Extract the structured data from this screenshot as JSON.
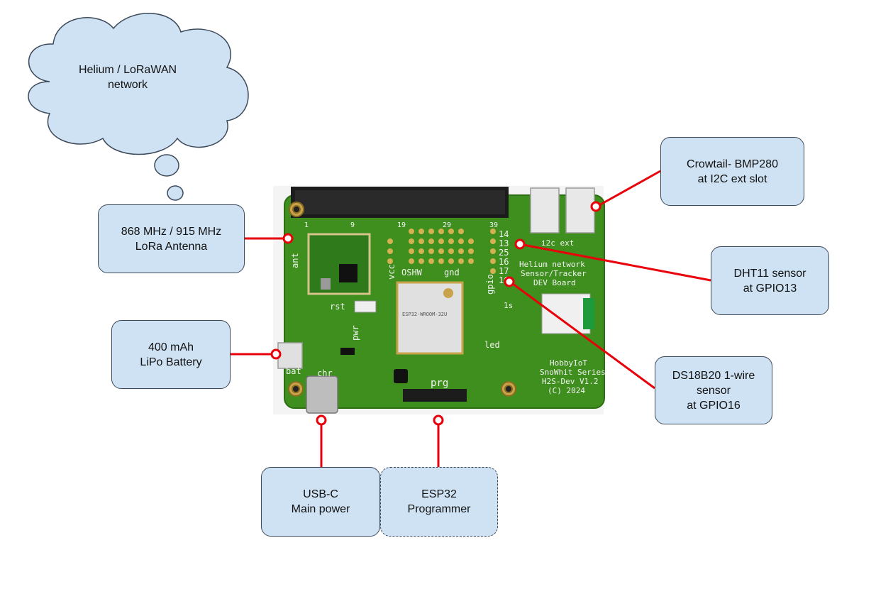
{
  "cloud": {
    "line1": "Helium / LoRaWAN",
    "line2": "network"
  },
  "callouts": {
    "antenna": {
      "line1": "868 MHz / 915 MHz",
      "line2": "LoRa Antenna"
    },
    "battery": {
      "line1": "400 mAh",
      "line2": "LiPo Battery"
    },
    "bmp280": {
      "line1": "Crowtail- BMP280",
      "line2": "at I2C ext slot"
    },
    "dht11": {
      "line1": "DHT11 sensor",
      "line2": "at GPIO13"
    },
    "ds18b20": {
      "line1": "DS18B20 1-wire",
      "line2": "sensor",
      "line3": "at GPIO16"
    },
    "usbc": {
      "line1": "USB-C",
      "line2": "Main power"
    },
    "programmer": {
      "line1": "ESP32",
      "line2": "Programmer"
    }
  },
  "board": {
    "title": {
      "line1": "Helium network",
      "line2": "Sensor/Tracker",
      "line3": "DEV Board"
    },
    "series": {
      "line1": "HobbyIoT",
      "line2": "SnoWhit Series",
      "line3": "H2S-Dev V1.2",
      "line4": "(C) 2024"
    },
    "module": "ESP32-WROOM-32U",
    "labels": {
      "ant": "ant",
      "rst": "rst",
      "pwr": "pwr",
      "bat": "bat",
      "chr": "chr",
      "prg": "prg",
      "led": "led",
      "i2c_ext": "i2c ext",
      "gpio": "gpio",
      "vcc": "vcc",
      "gnd": "gnd",
      "oshw": "OSHW",
      "1s": "1s"
    },
    "header_numbers": [
      "1",
      "9",
      "19",
      "29",
      "39"
    ],
    "gpio_pins": [
      "14",
      "13",
      "25",
      "16",
      "17",
      "16"
    ]
  },
  "colors": {
    "callout_fill": "#cfe2f3",
    "leader": "#e8000b",
    "pcb": "#3f8f1e"
  }
}
